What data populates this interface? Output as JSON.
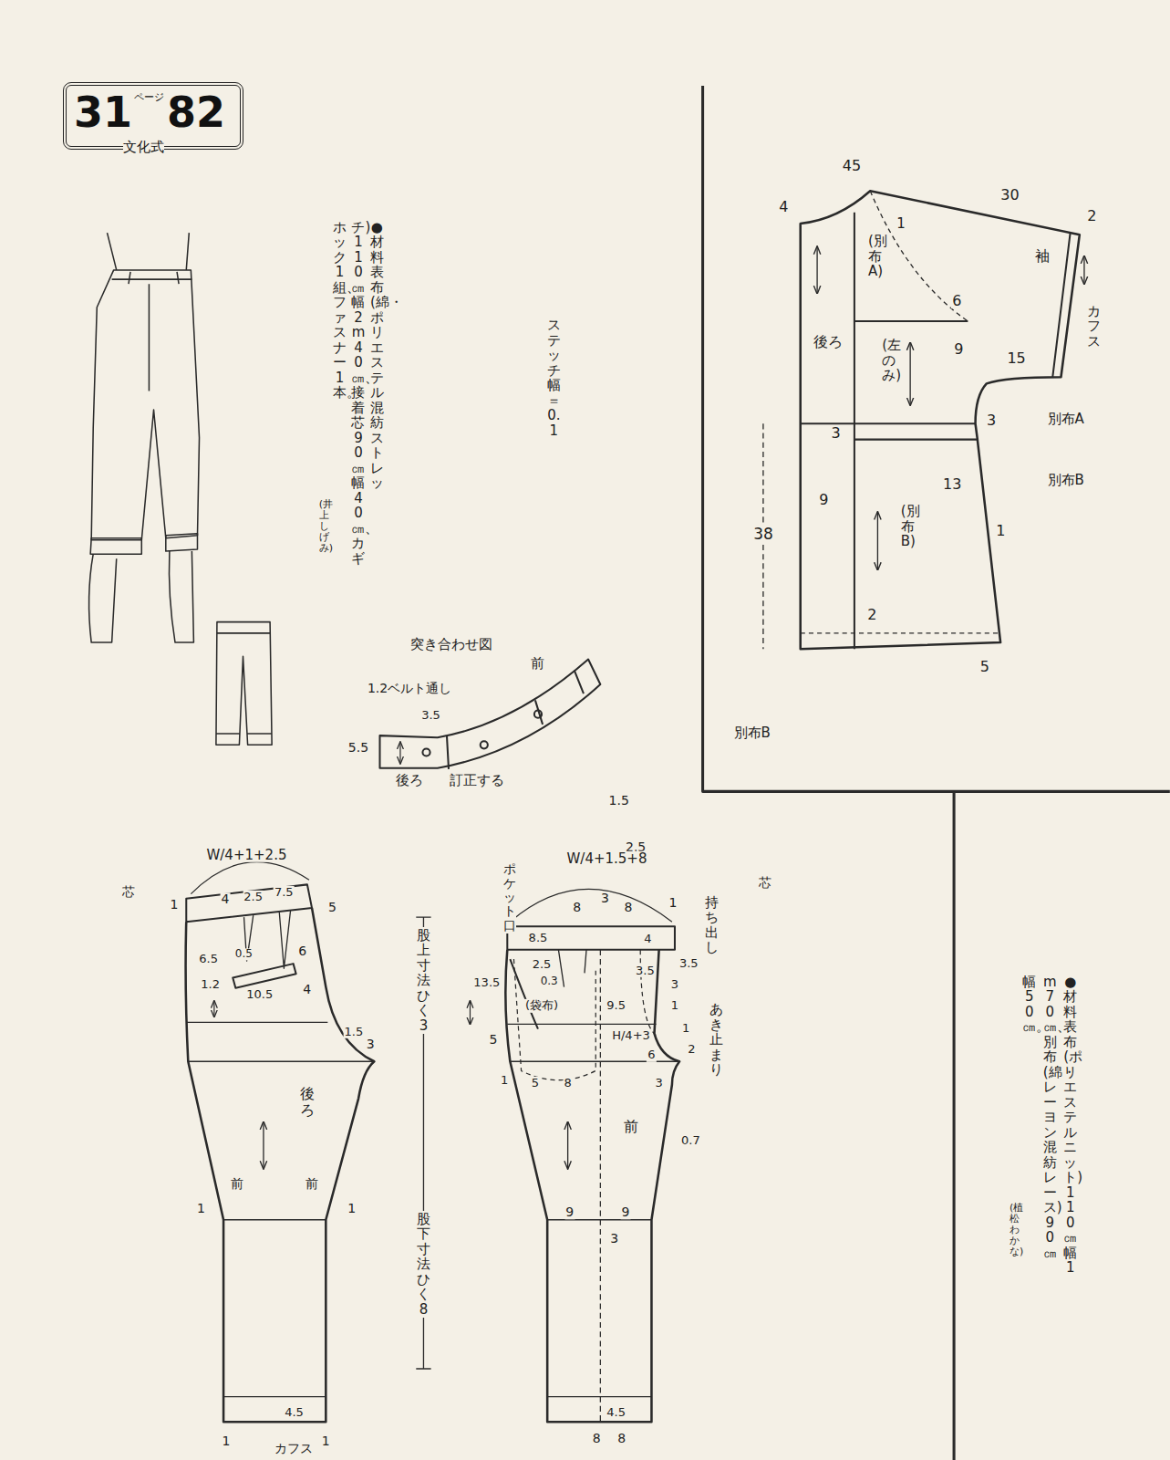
{
  "diagram": {
    "nodes": [
      {
        "text": [
          "31",
          "ページ",
          "82",
          "文化式"
        ]
      }
    ],
    "labels": [
      "●材料　表布(綿・ポリエステル混紡ストレッ",
      "チ)110㎝幅2m40㎝、接着芯90㎝幅40㎝、カギ",
      "ホック1組、ファスナー1本。",
      "(井上しげみ)",
      "ステッチ幅＝0.1",
      "突き合わせ図",
      "前",
      "1.2ベルト通し",
      "3.5",
      "5.5",
      "後ろ",
      "訂正する",
      "45",
      "4",
      "30",
      "2",
      "1",
      "袖",
      "(別布A)",
      "後ろ",
      "6",
      "(左のみ)",
      "9",
      "15",
      "カフス",
      "3",
      "3",
      "別布A",
      "別布B",
      "13",
      "1",
      "9",
      "(別布B)",
      "38",
      "2",
      "5",
      "別布B",
      "W/4+1+2.5",
      "芯",
      "1",
      "4",
      "2.5",
      "7.5",
      "5",
      "6.5",
      "0.5",
      "6",
      "1.2",
      "10.5",
      "4",
      "1.5",
      "3",
      "後ろ",
      "前",
      "前",
      "1",
      "1",
      "4.5",
      "1",
      "1",
      "カフス",
      "股上寸法ひく3",
      "股下寸法ひく8",
      "1.5",
      "2.5",
      "W/4+1.5+8",
      "芯",
      "ポケット口",
      "持ち出し",
      "8",
      "3",
      "8",
      "1",
      "8.5",
      "4",
      "3.5",
      "2.5",
      "3.5",
      "3",
      "13.5",
      "0.3",
      "(袋布)",
      "9.5",
      "1",
      "あき止まり",
      "5",
      "H/4+3",
      "6",
      "1",
      "2",
      "1",
      "5",
      "8",
      "3",
      "前",
      "0.7",
      "9",
      "9",
      "3",
      "4.5",
      "8",
      "8",
      "●材料　表布(ポリエステルニット)110㎝幅1",
      "m70㎝、別布(綿・レーヨン混紡レース)90㎝",
      "幅50㎝。",
      "(植松わかな)"
    ]
  }
}
